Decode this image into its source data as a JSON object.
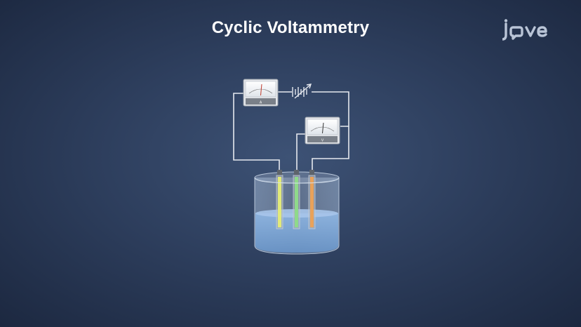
{
  "title": "Cyclic Voltammetry",
  "logo": {
    "text": "jove",
    "color": "#b9c4d6"
  },
  "meters": {
    "ammeter_label": "A",
    "voltmeter_label": "V"
  },
  "colors": {
    "wire": "#e6e9ef",
    "electrode_1": "#e1e97a",
    "electrode_2": "#8fd98a",
    "electrode_3": "#e9a25a",
    "solution": "#7fa9d8"
  }
}
